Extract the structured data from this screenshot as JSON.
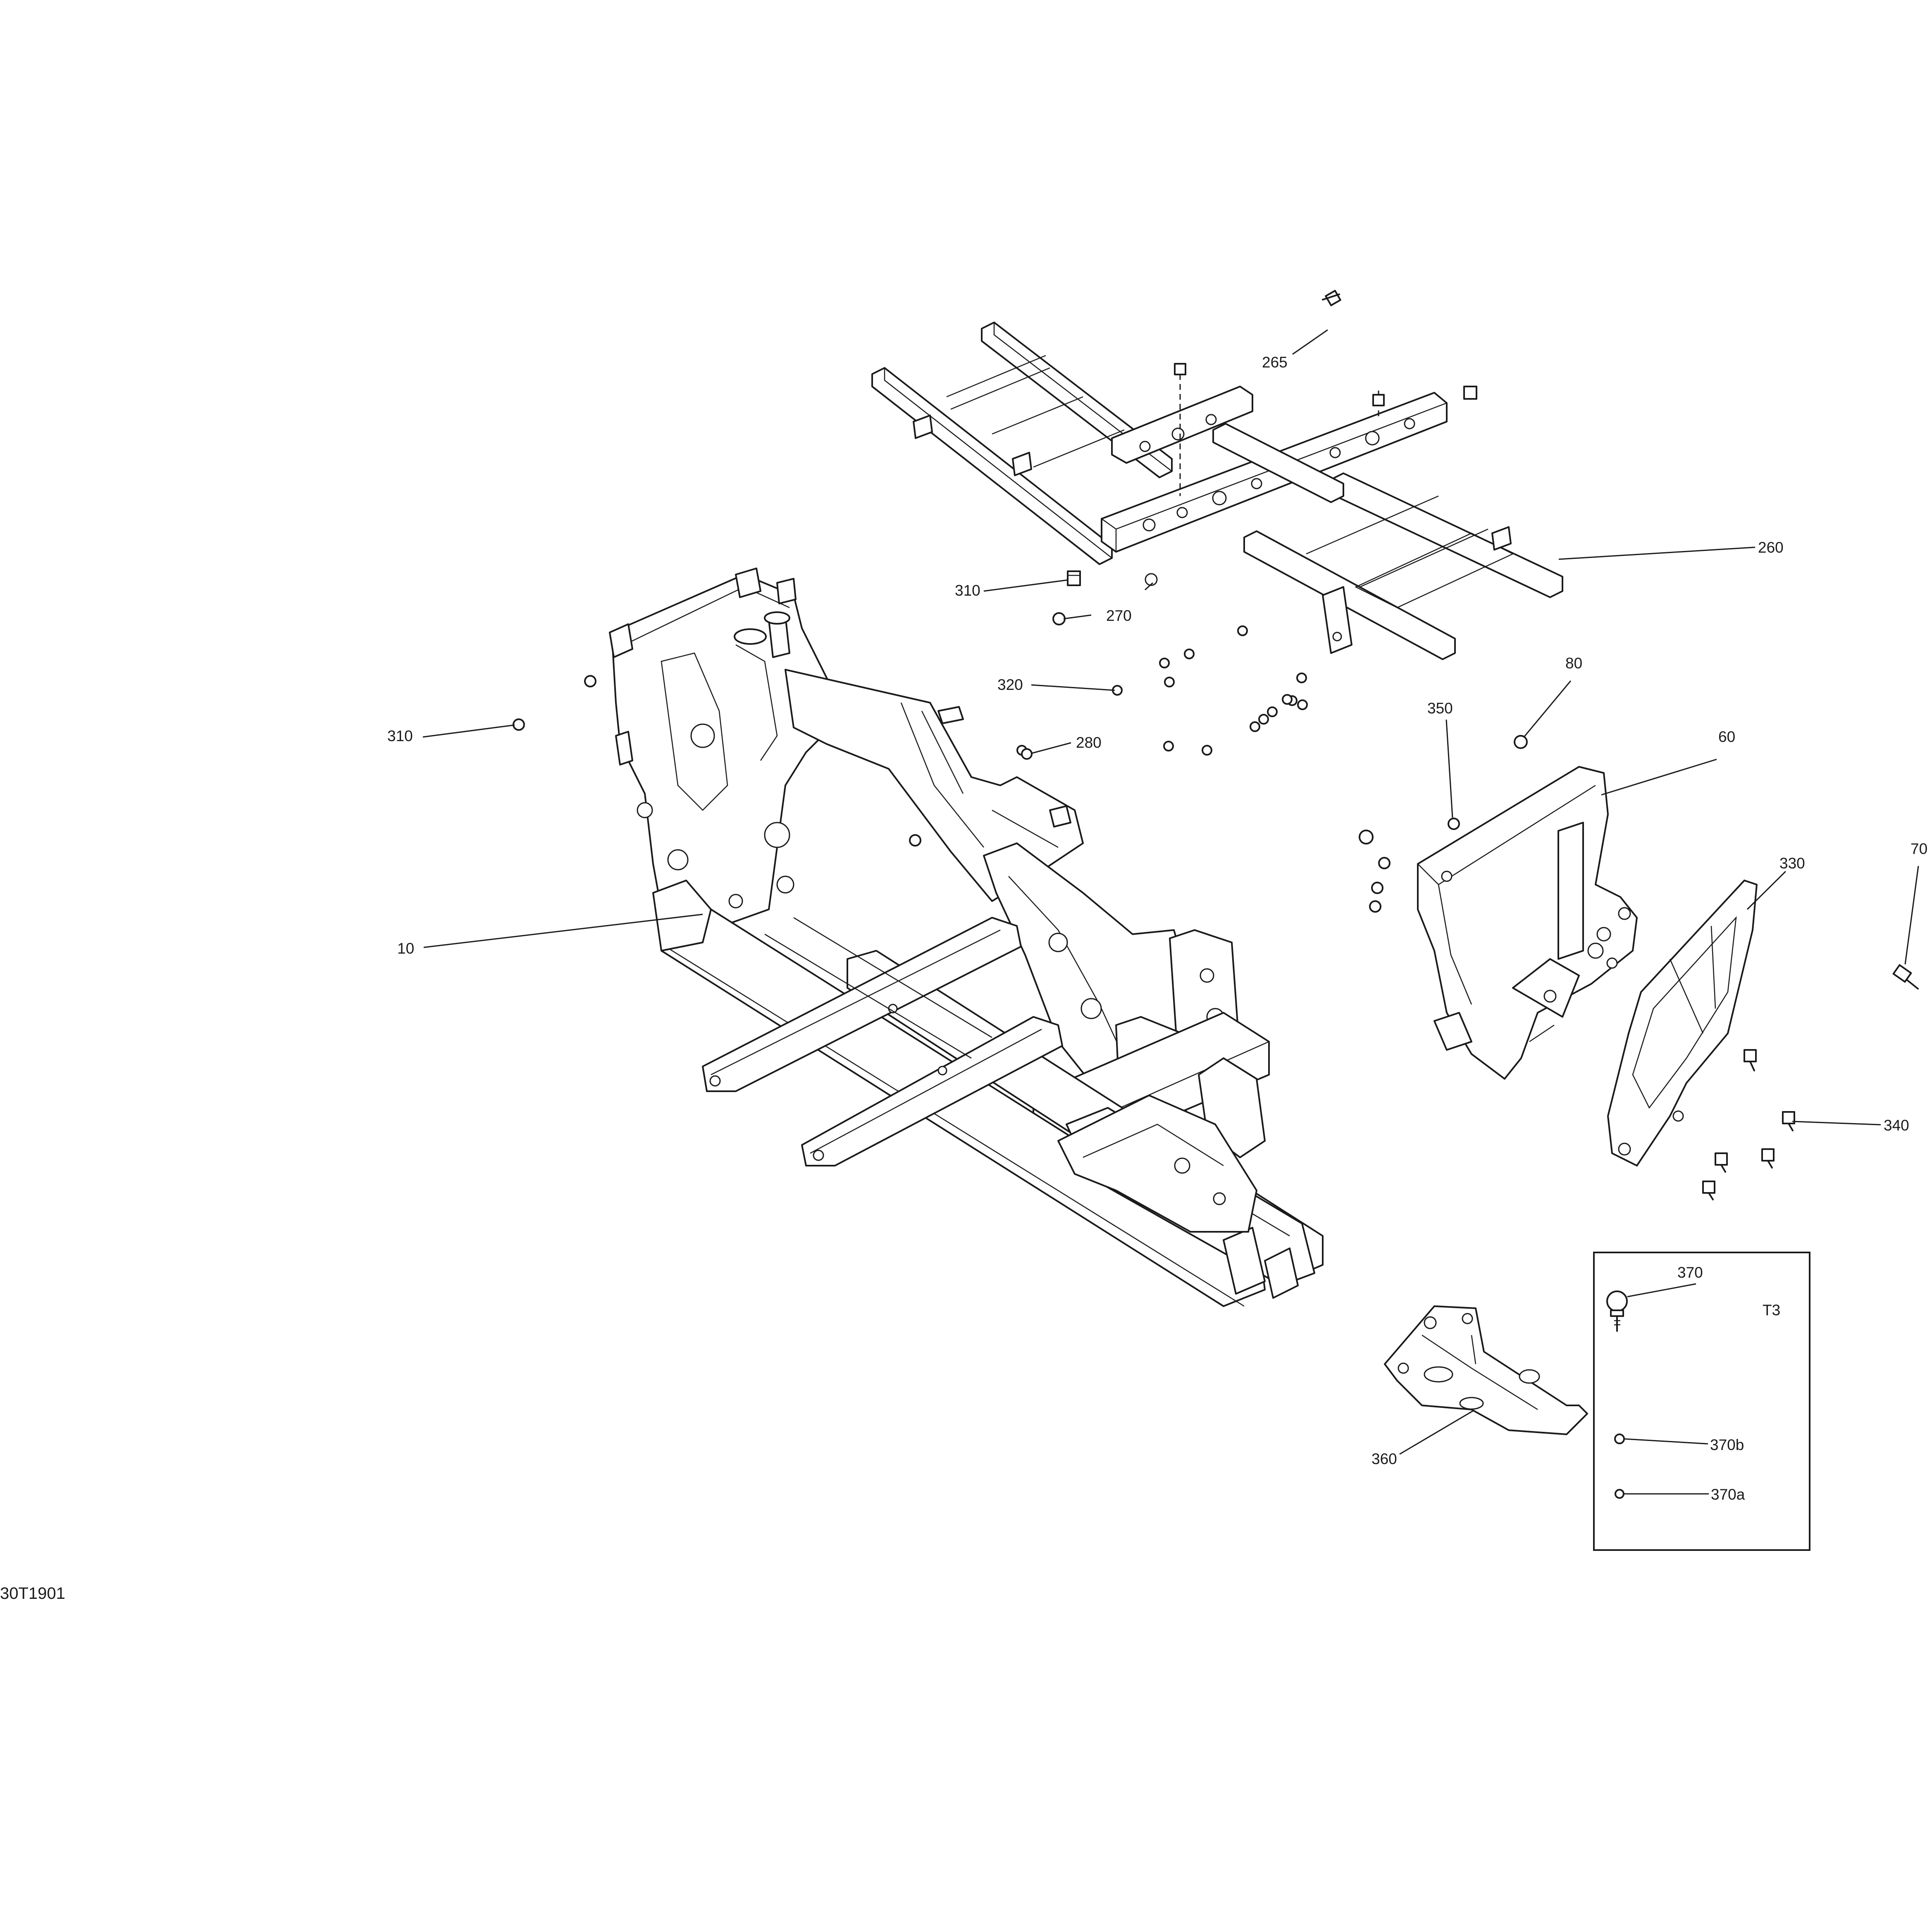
{
  "figure_id": "30T1901",
  "callouts": {
    "c10": "10",
    "c60": "60",
    "c70": "70",
    "c80": "80",
    "c260": "260",
    "c265": "265",
    "c270": "270",
    "c280": "280",
    "c310_left": "310",
    "c310_top": "310",
    "c320": "320",
    "c330": "330",
    "c340": "340",
    "c350": "350",
    "c360": "360"
  },
  "inset": {
    "title": "T3",
    "c370": "370",
    "c370a": "370a",
    "c370b": "370b"
  }
}
